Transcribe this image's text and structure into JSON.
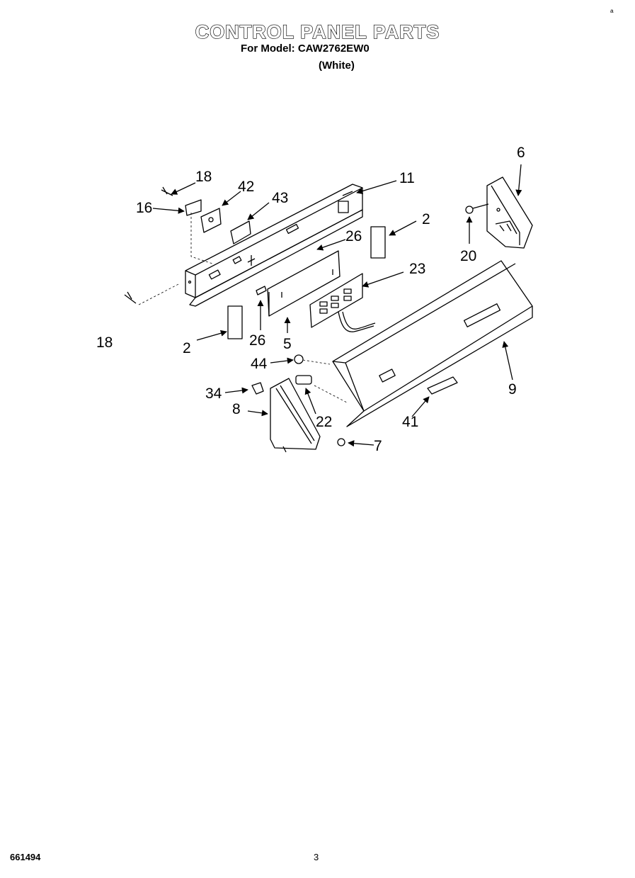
{
  "header": {
    "title": "CONTROL PANEL PARTS",
    "model": "For Model: CAW2762EW0",
    "color": "(White)"
  },
  "corner_mark": "ᵃ",
  "footer": {
    "doc_number": "661494",
    "page": "3"
  },
  "callouts": {
    "c18a": "18",
    "c42": "42",
    "c43": "43",
    "c16": "16",
    "c11": "11",
    "c6": "6",
    "c2a": "2",
    "c26a": "26",
    "c20": "20",
    "c23": "23",
    "c18b": "18",
    "c2b": "2",
    "c26b": "26",
    "c5": "5",
    "c44": "44",
    "c9": "9",
    "c34": "34",
    "c8": "8",
    "c22": "22",
    "c41": "41",
    "c7": "7"
  }
}
